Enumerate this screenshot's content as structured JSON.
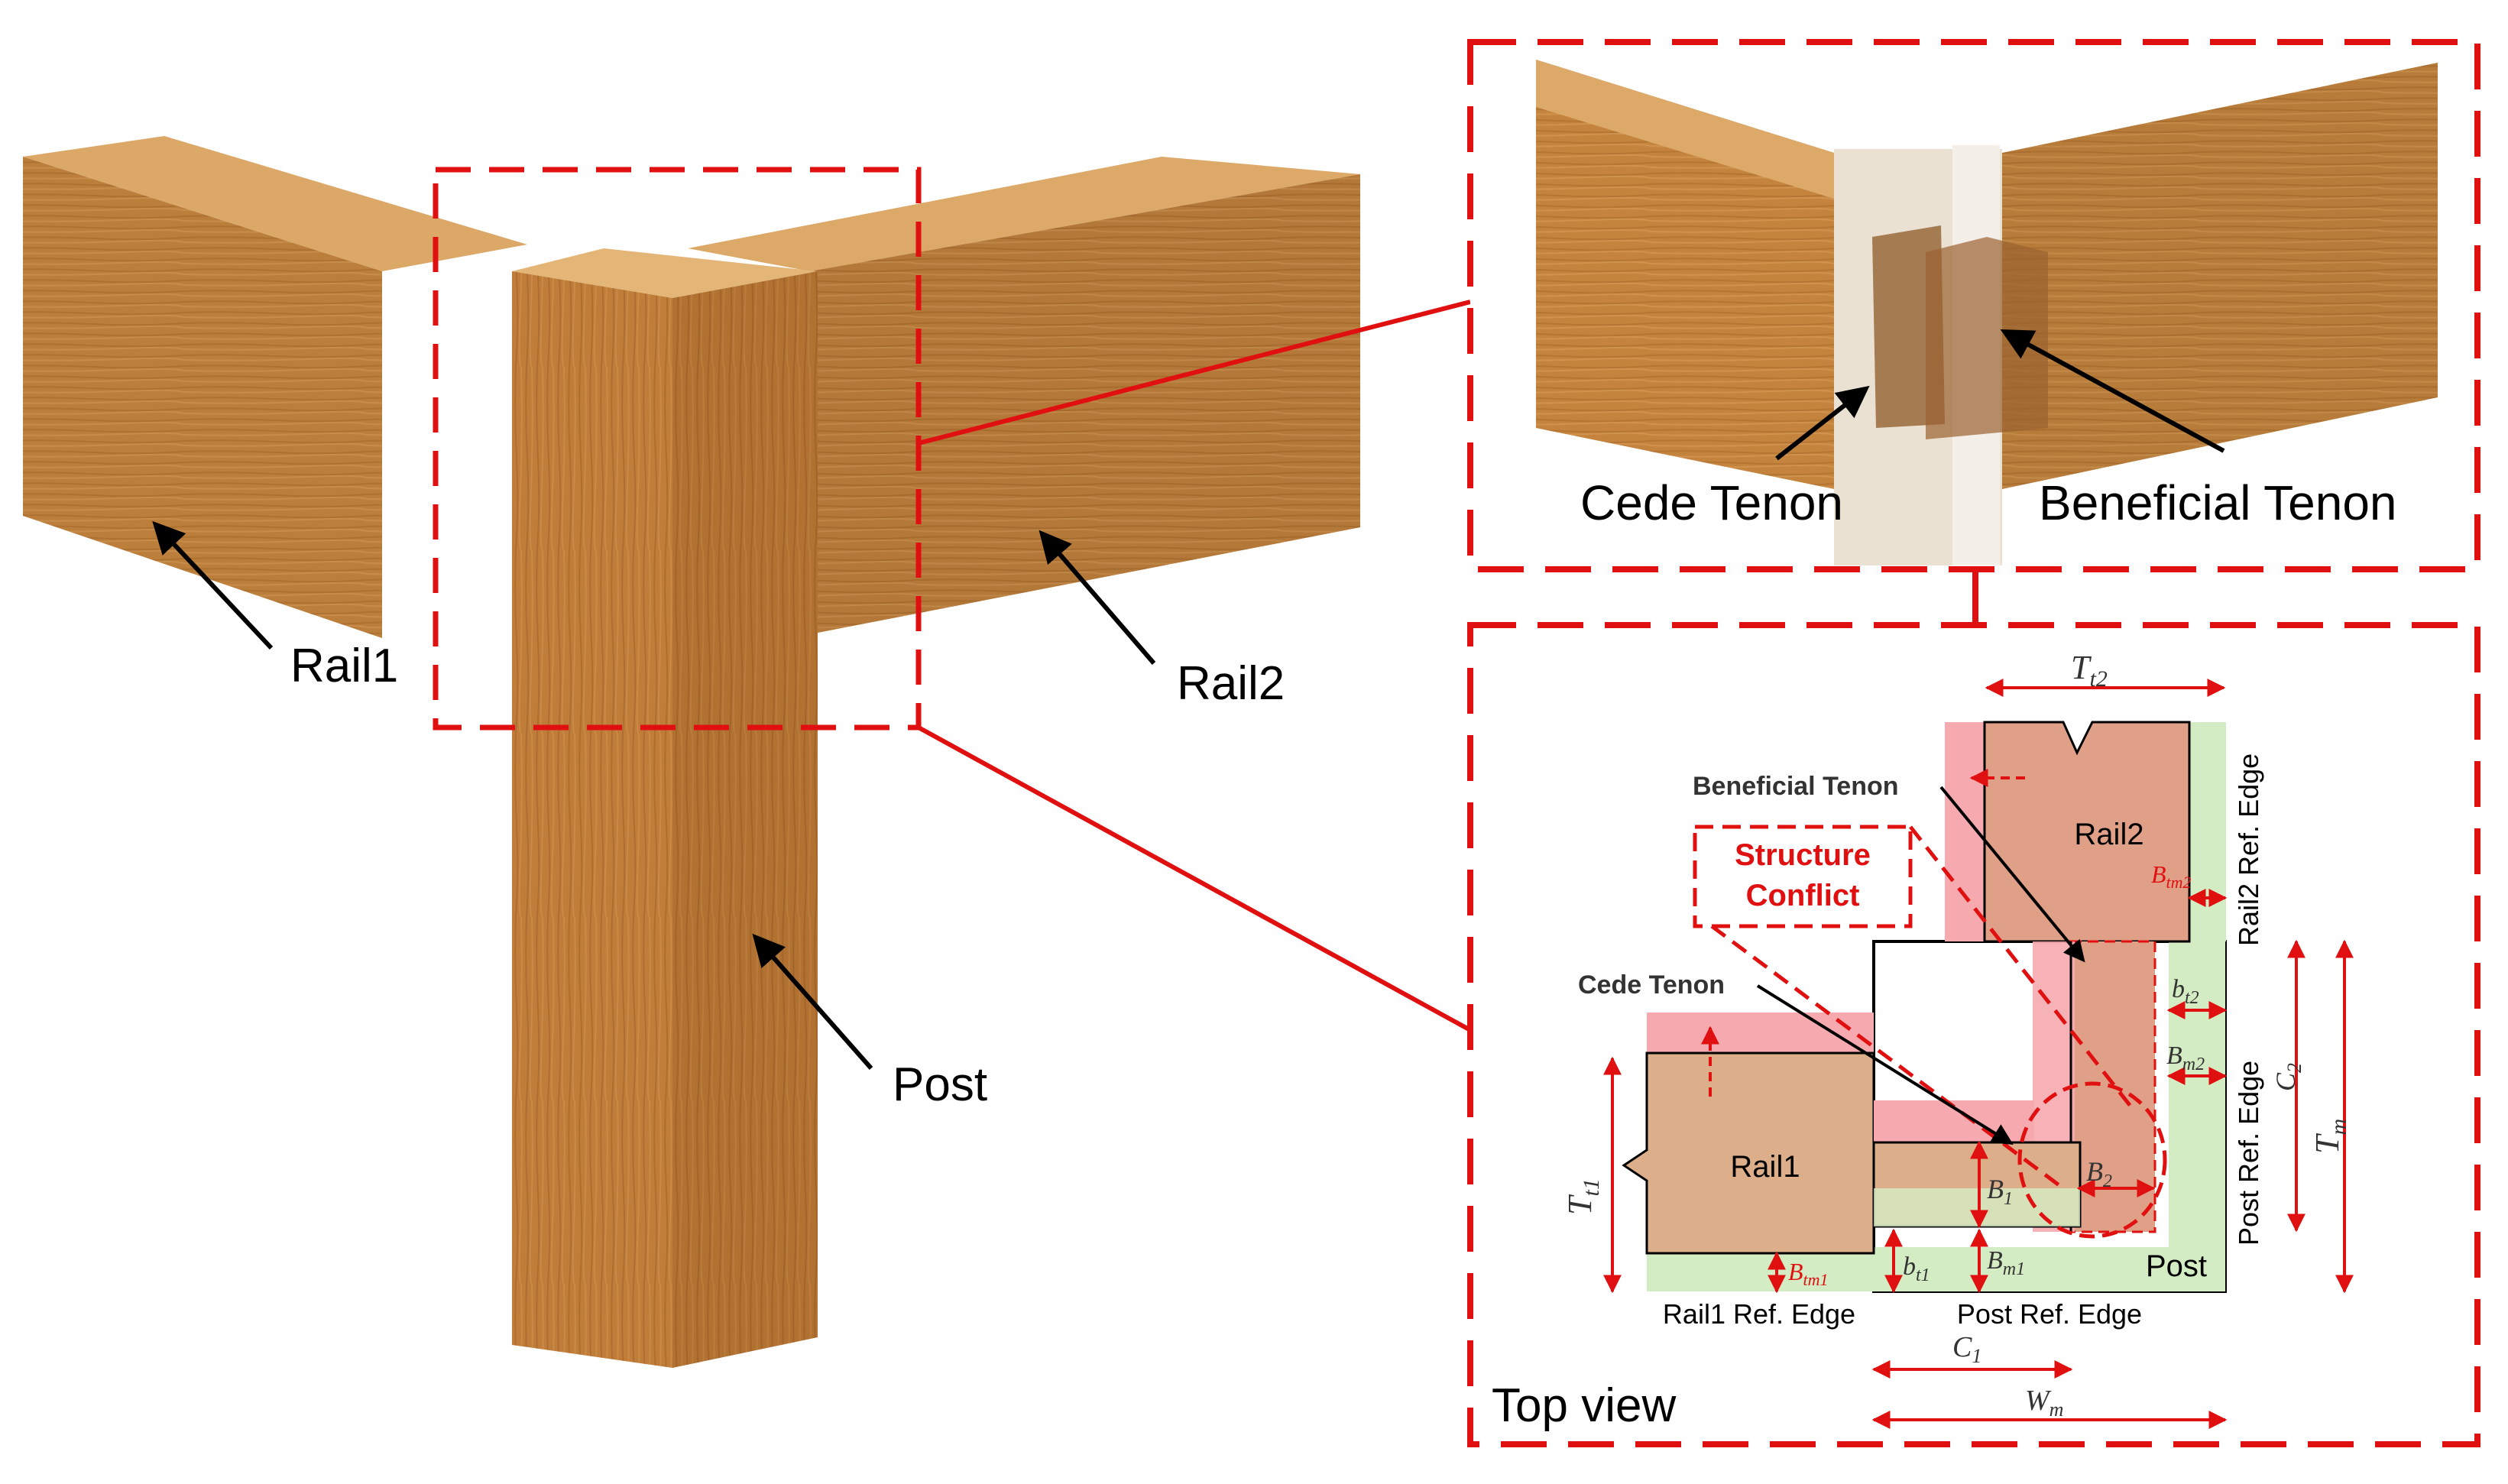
{
  "main_view": {
    "rail1_label": "Rail1",
    "rail2_label": "Rail2",
    "post_label": "Post"
  },
  "detail_view": {
    "cede_tenon_label": "Cede Tenon",
    "beneficial_tenon_label": "Beneficial Tenon"
  },
  "top_view": {
    "title": "Top view",
    "beneficial_tenon": "Beneficial Tenon",
    "cede_tenon": "Cede Tenon",
    "conflict_line1": "Structure",
    "conflict_line2": "Conflict",
    "rail1": "Rail1",
    "rail2": "Rail2",
    "post": "Post",
    "rail1_ref_edge": "Rail1 Ref. Edge",
    "post_ref_edge_bottom": "Post Ref. Edge",
    "post_ref_edge_right": "Post Ref. Edge",
    "rail2_ref_edge": "Rail2 Ref. Edge",
    "dims": {
      "tt2_base": "T",
      "tt2_sub": "t2",
      "tt1_base": "T",
      "tt1_sub": "t1",
      "tm_base": "T",
      "tm_sub": "m",
      "wm_base": "W",
      "wm_sub": "m",
      "c1_base": "C",
      "c1_sub": "1",
      "c2_base": "C",
      "c2_sub": "2",
      "b1_base": "B",
      "b1_sub": "1",
      "b2_base": "B",
      "b2_sub": "2",
      "bt1_base": "b",
      "bt1_sub": "t1",
      "bt2_base": "b",
      "bt2_sub": "t2",
      "bm1_base": "B",
      "bm1_sub": "m1",
      "bm2_base": "B",
      "bm2_sub": "m2",
      "btm1_base": "B",
      "btm1_sub": "tm1",
      "btm2_base": "B",
      "btm2_sub": "tm2"
    }
  },
  "colors": {
    "callout_red": "#e01010",
    "wood_light": "#d39a55",
    "wood_mid": "#b9762f",
    "wood_dark": "#8e5420",
    "rail_fill_topview": "#dcae8a",
    "rail2_fill_topview": "#e0a088",
    "pink_overlay": "#f6aab0",
    "green_ref": "#d4ecc4"
  }
}
